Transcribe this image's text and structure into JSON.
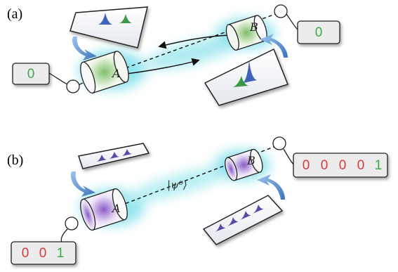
{
  "panel_a": {
    "label": "(a)",
    "alice": {
      "letter": "A",
      "display": [
        "0"
      ]
    },
    "bob": {
      "letter": "B",
      "display": [
        "0"
      ]
    }
  },
  "panel_b": {
    "label": "(b)",
    "state_label": "|ψ⁰⟩",
    "alice": {
      "letter": "A",
      "display": [
        "0",
        "0",
        "1"
      ]
    },
    "bob": {
      "letter": "B",
      "display": [
        "0",
        "0",
        "0",
        "0",
        "1"
      ]
    }
  },
  "colors": {
    "digit_zero": "#d63a3a",
    "digit_one": "#3aa84a",
    "glow": "#7fe0ea",
    "arrow_blue": "#4f86c9",
    "cylinder_green": "#9ed08f",
    "cylinder_purple": "#9a72cf",
    "peak_blue": "#3f63b8",
    "peak_green": "#3a9a44"
  }
}
